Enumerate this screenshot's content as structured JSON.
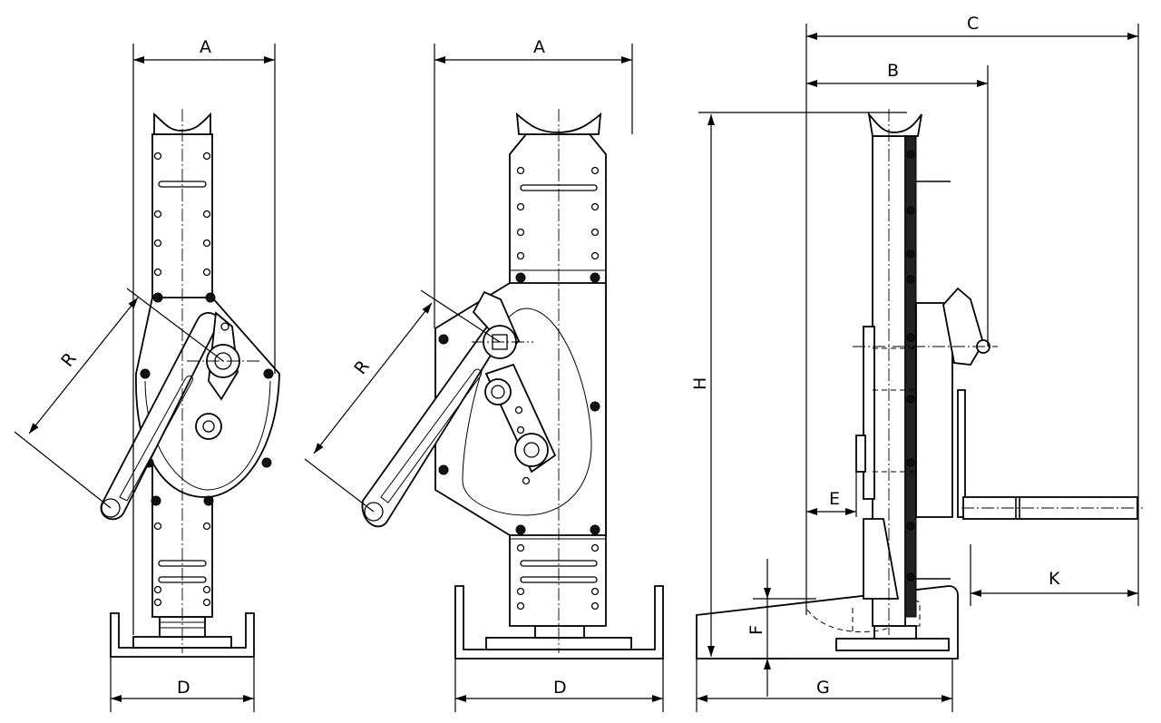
{
  "labels": {
    "A1": "A",
    "A2": "A",
    "B": "B",
    "C": "C",
    "D1": "D",
    "D2": "D",
    "E": "E",
    "F": "F",
    "G": "G",
    "H": "H",
    "K": "K",
    "R1": "R",
    "R2": "R"
  }
}
